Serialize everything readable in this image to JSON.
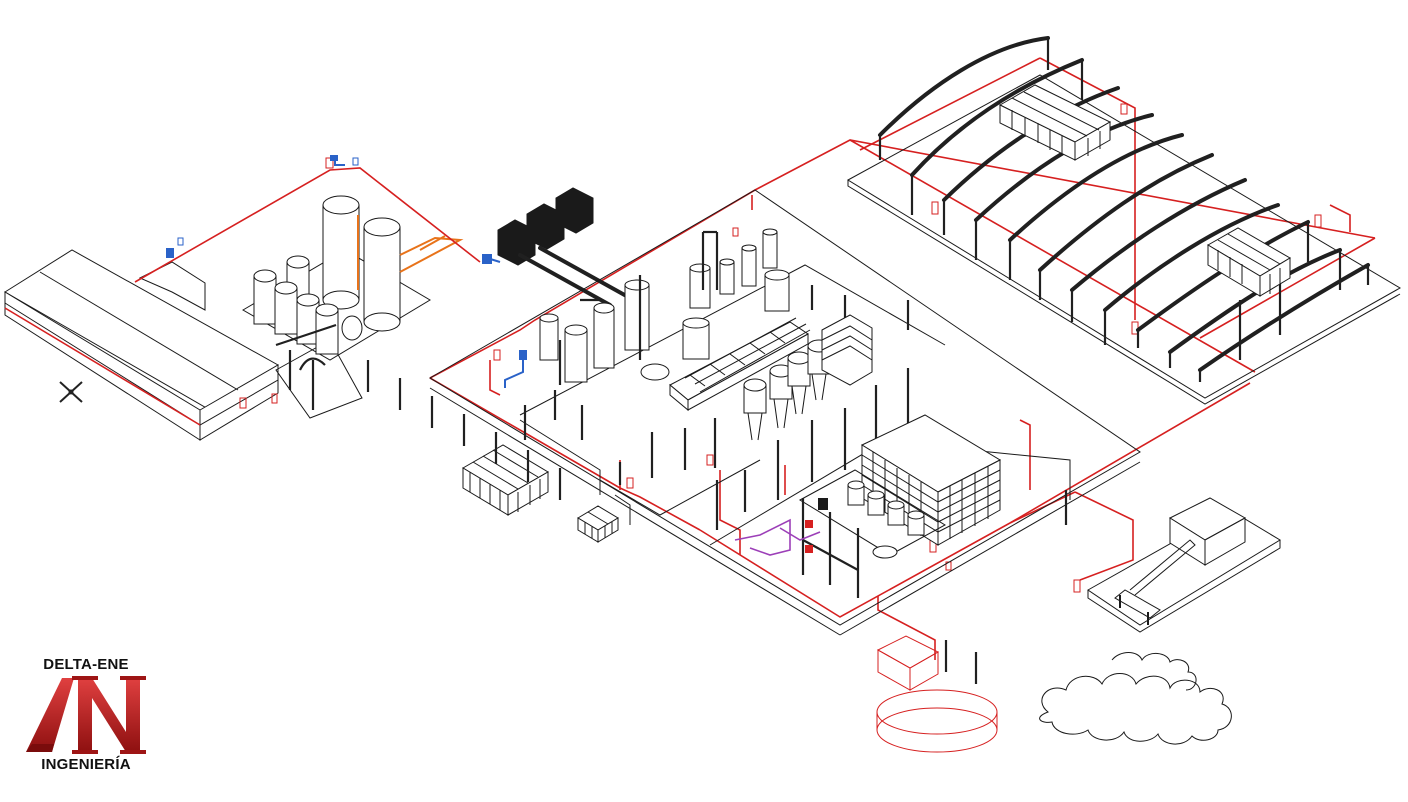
{
  "logo": {
    "top_text": "DELTA-ENE",
    "bottom_text": "INGENIERÍA",
    "mark": "ΔN",
    "accent": "#c42a2a"
  },
  "colors": {
    "fire_line": "#d62020",
    "orange_line": "#e8731a",
    "blue_line": "#2a62c8",
    "purple_line": "#9c3fb8",
    "structure": "#1a1a1a"
  },
  "icons": [
    "north-arrow-icon",
    "cloud-icon"
  ]
}
